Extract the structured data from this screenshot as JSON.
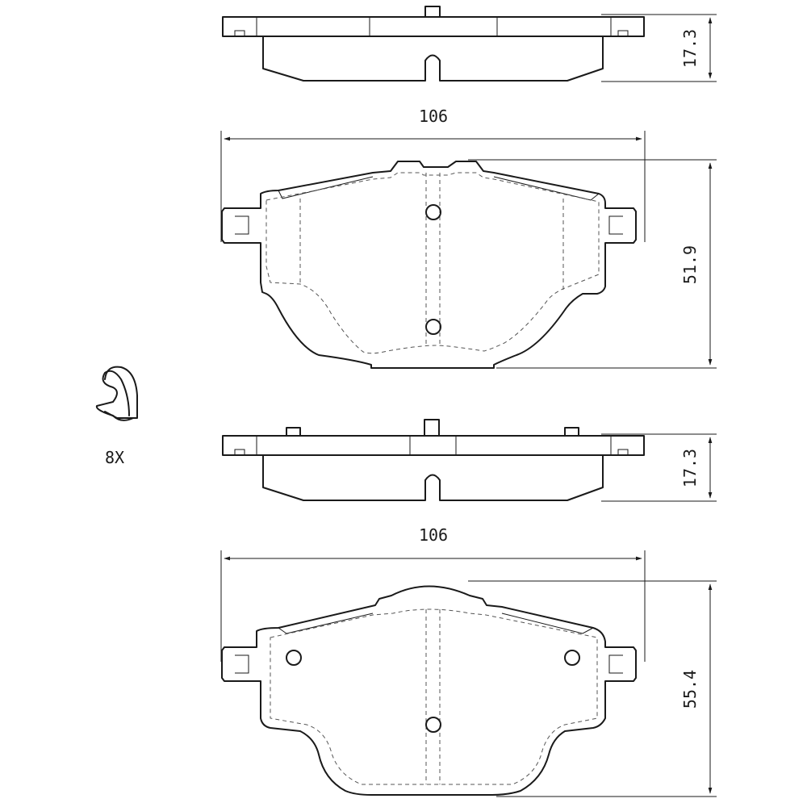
{
  "dimensions": {
    "top_pad_side_thickness": "17.3",
    "top_pad_width": "106",
    "top_pad_height": "51.9",
    "bottom_pad_side_thickness": "17.3",
    "bottom_pad_width": "106",
    "bottom_pad_height": "55.4"
  },
  "clip": {
    "quantity": "8X"
  }
}
